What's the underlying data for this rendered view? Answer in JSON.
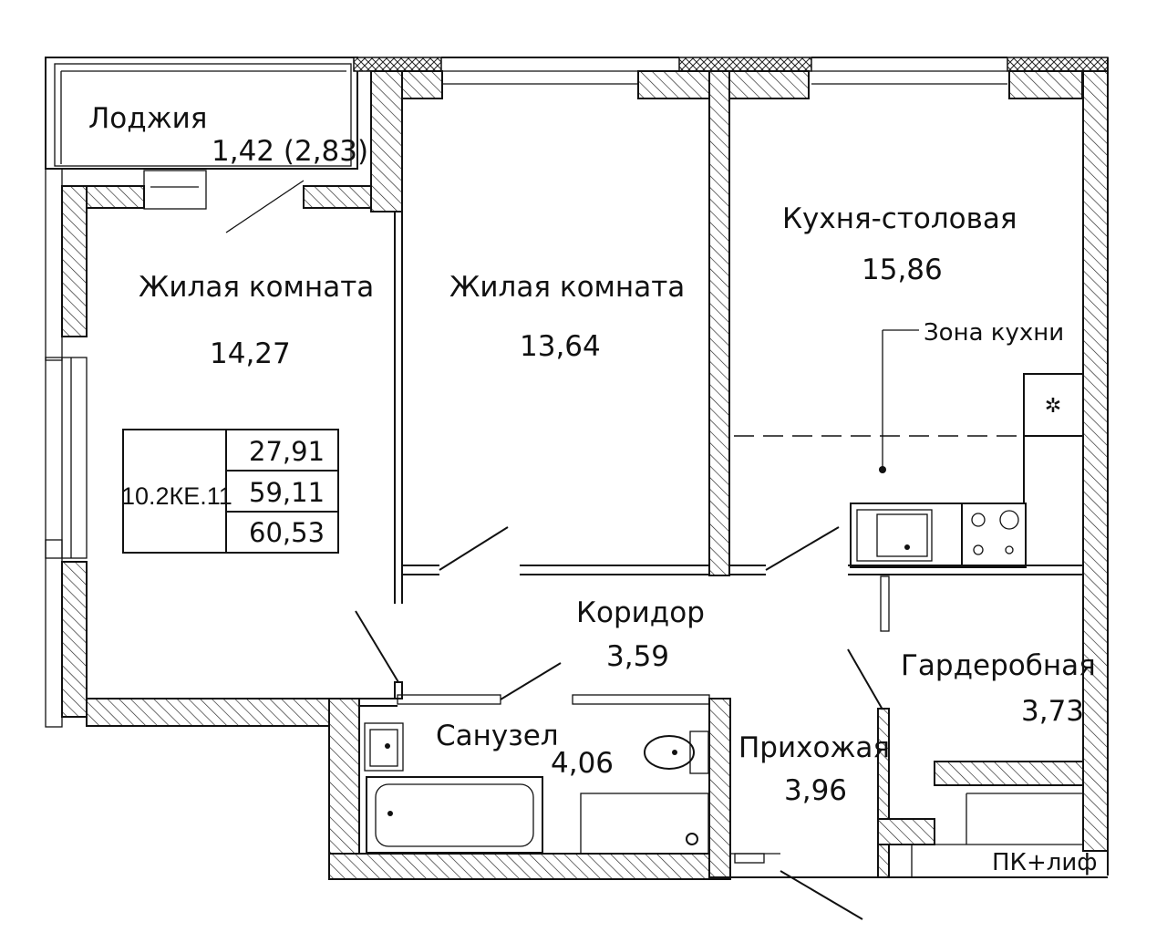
{
  "rooms": {
    "loggia": {
      "name": "Лоджия",
      "area": "1,42 (2,83)"
    },
    "living1": {
      "name": "Жилая комната",
      "area": "14,27"
    },
    "living2": {
      "name": "Жилая комната",
      "area": "13,64"
    },
    "kitchen": {
      "name": "Кухня-столовая",
      "area": "15,86"
    },
    "kitchen_zone": {
      "name": "Зона кухни"
    },
    "corridor": {
      "name": "Коридор",
      "area": "3,59"
    },
    "bathroom": {
      "name": "Санузел",
      "area": "4,06"
    },
    "hallway": {
      "name": "Прихожая",
      "area": "3,96"
    },
    "wardrobe": {
      "name": "Гардеробная",
      "area": "3,73"
    }
  },
  "summary": {
    "code": "10.2КЕ.11",
    "values": [
      "27,91",
      "59,11",
      "60,53"
    ]
  },
  "shaft_label": "ПК+лиф",
  "colors": {
    "line": "#111111",
    "background": "#ffffff"
  }
}
